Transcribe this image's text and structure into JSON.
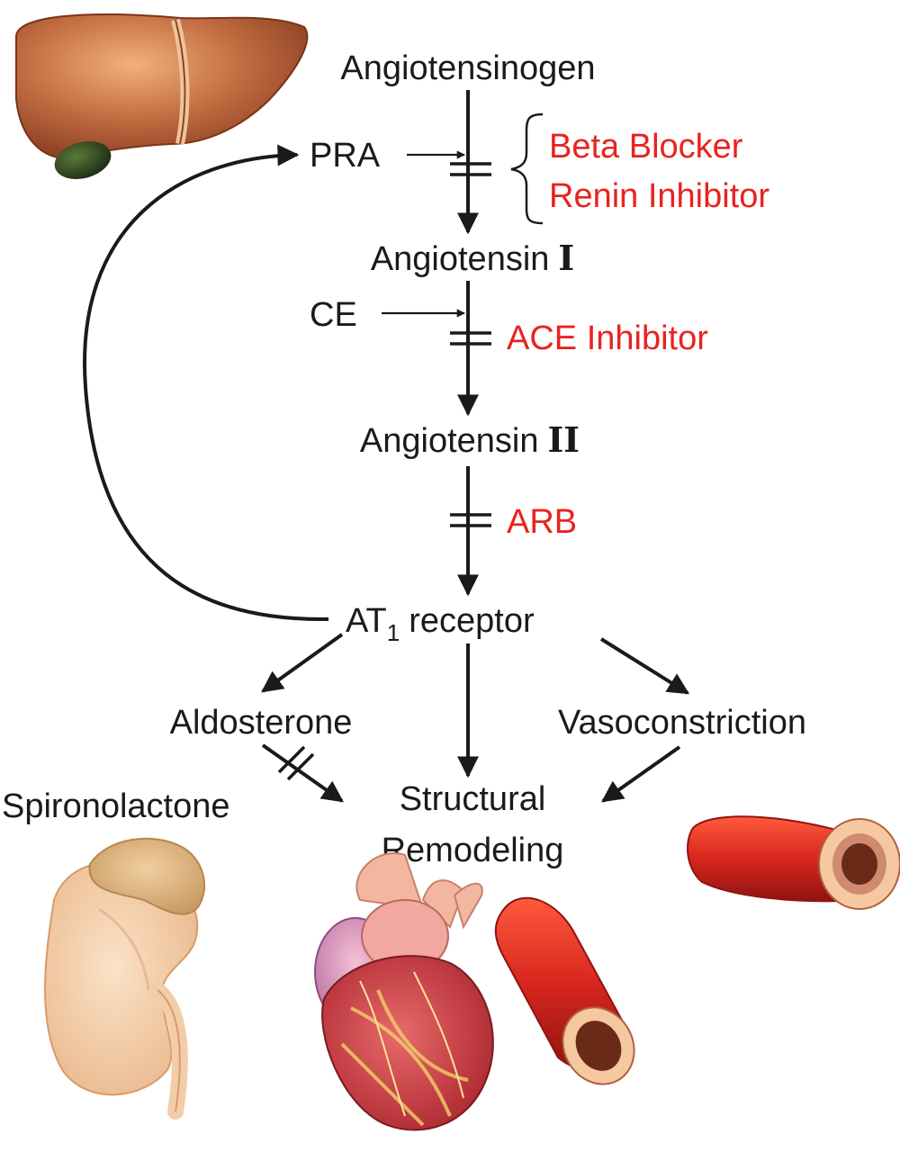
{
  "pathway": {
    "angiotensinogen": "Angiotensinogen",
    "pra": "PRA",
    "angiotensin_i_prefix": "Angiotensin",
    "angiotensin_i_numeral": "I",
    "ce": "CE",
    "angiotensin_ii_prefix": "Angiotensin",
    "angiotensin_ii_numeral": "II",
    "at1_prefix": "AT",
    "at1_subscript": "1",
    "at1_suffix": "receptor",
    "aldosterone": "Aldosterone",
    "spironolactone": "Spironolactone",
    "vasoconstriction": "Vasoconstriction",
    "structural": "Structural",
    "remodeling": "Remodeling"
  },
  "inhibitors": {
    "beta_blocker": "Beta Blocker",
    "renin_inhibitor": "Renin Inhibitor",
    "ace_inhibitor": "ACE Inhibitor",
    "arb": "ARB"
  },
  "colors": {
    "drug": "#e8231f",
    "arrow": "#1a1a1a",
    "liver": "#b0603a",
    "gallbladder": "#2b3d22",
    "kidney": "#f2c9a0",
    "adrenal": "#d9b07a",
    "heart_muscle": "#c8323a",
    "vessel": "#d7261e",
    "vessel_lumen": "#6a2a18"
  },
  "icons": [
    "liver-illustration",
    "kidney-adrenal-illustration",
    "heart-illustration",
    "artery-illustration",
    "vessel-cross-section-illustration"
  ]
}
